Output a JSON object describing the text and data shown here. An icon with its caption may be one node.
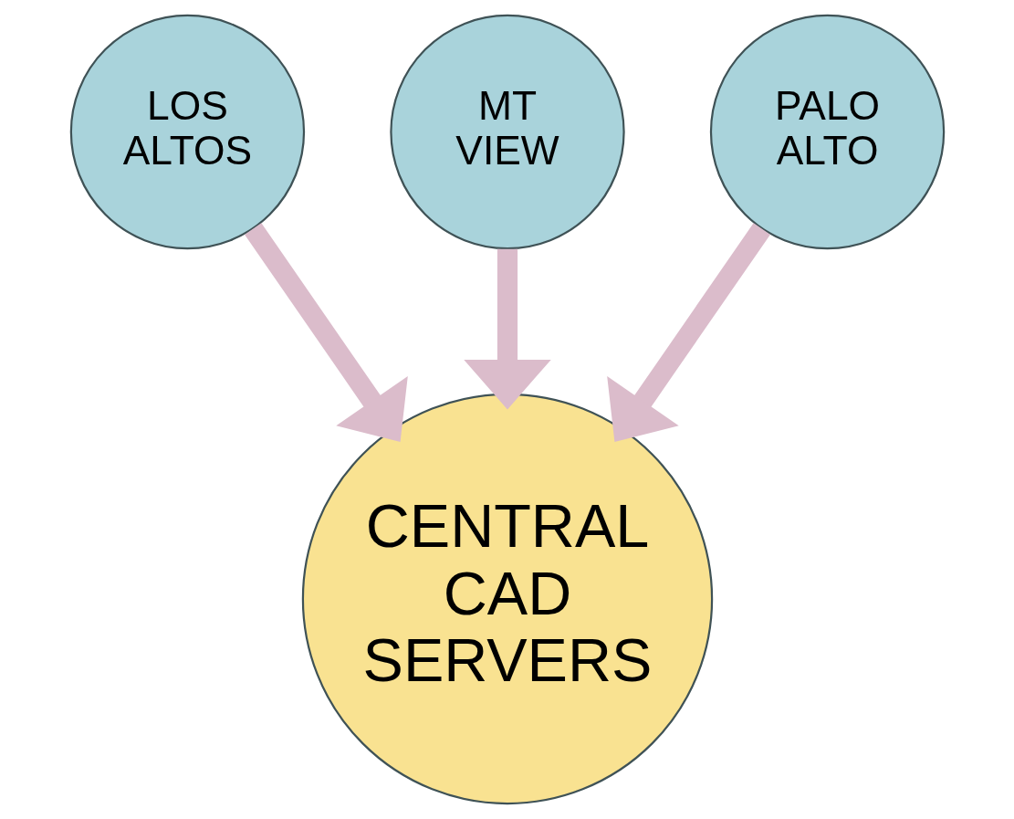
{
  "diagram": {
    "nodes": [
      {
        "text": [
          "MT VIEW"
        ]
      },
      {
        "text": [
          "LOS ALTOS"
        ]
      },
      {
        "text": [
          "PALO ALTO"
        ]
      },
      {
        "text": [
          "CENTRAL CAD SERVERS"
        ]
      }
    ],
    "edges": [
      {
        "from": 1,
        "to": 3,
        "arrow": "to"
      },
      {
        "from": 0,
        "to": 3,
        "arrow": "to"
      },
      {
        "from": 2,
        "to": 3,
        "arrow": "to"
      }
    ]
  }
}
